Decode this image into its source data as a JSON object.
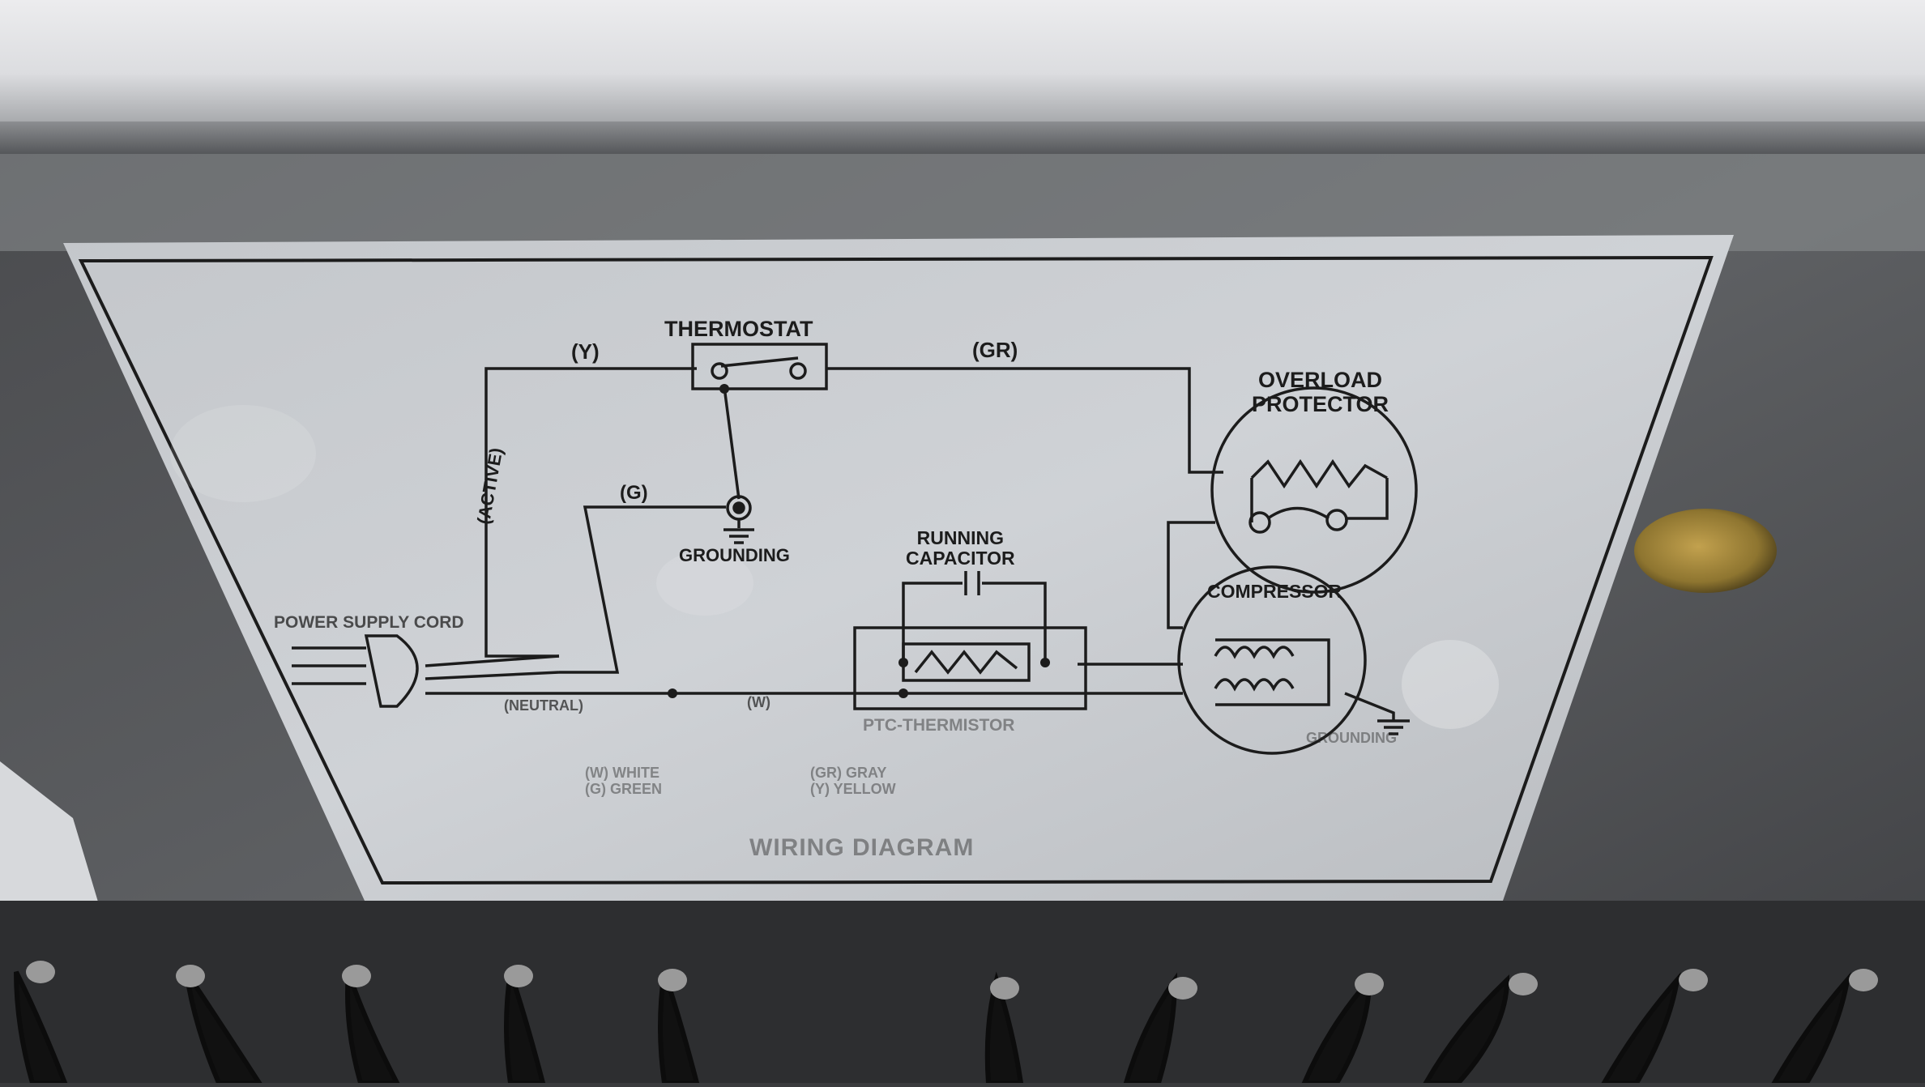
{
  "diagram": {
    "labels": {
      "thermostat": "THERMOSTAT",
      "wire_y": "(Y)",
      "wire_gr": "(GR)",
      "wire_g": "(G)",
      "overload_protector": "OVERLOAD\nPROTECTOR",
      "active": "(ACTIVE)",
      "grounding_top": "GROUNDING",
      "running_capacitor": "RUNNING\nCAPACITOR",
      "compressor": "COMPRESSOR",
      "power_supply_cord": "POWER SUPPLY CORD",
      "neutral": "(NEUTRAL)",
      "wire_w": "(W)",
      "ptc_thermistor": "PTC-THERMISTOR",
      "grounding_bottom": "GROUNDING",
      "legend_left": "(W) WHITE\n(G) GREEN",
      "legend_right": "(GR) GRAY\n(Y) YELLOW",
      "title": "WIRING DIAGRAM"
    }
  },
  "colors": {
    "label_bg": "#c9ccd0",
    "line": "#1c1c1c",
    "metal": "#3a3b3d",
    "top_panel": "#e4e5e7"
  }
}
